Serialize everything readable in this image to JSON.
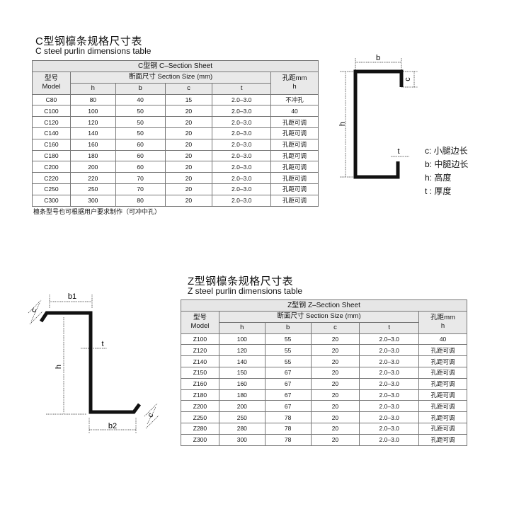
{
  "c_section": {
    "title_cn": "C型钢檩条规格尺寸表",
    "title_en": "C steel purlin dimensions table",
    "sheet_title": "C型钢   C–Section Sheet",
    "header": {
      "model_cn": "型号",
      "model_en": "Model",
      "size": "断面尺寸   Section Size (mm)",
      "hole_cn": "孔距mm",
      "hole_h": "h",
      "cols": [
        "h",
        "b",
        "c",
        "t"
      ]
    },
    "rows": [
      {
        "model": "C80",
        "h": "80",
        "b": "40",
        "c": "15",
        "t": "2.0–3.0",
        "hole": "不冲孔"
      },
      {
        "model": "C100",
        "h": "100",
        "b": "50",
        "c": "20",
        "t": "2.0–3.0",
        "hole": "40"
      },
      {
        "model": "C120",
        "h": "120",
        "b": "50",
        "c": "20",
        "t": "2.0–3.0",
        "hole": "孔距可调"
      },
      {
        "model": "C140",
        "h": "140",
        "b": "50",
        "c": "20",
        "t": "2.0–3.0",
        "hole": "孔距可调"
      },
      {
        "model": "C160",
        "h": "160",
        "b": "60",
        "c": "20",
        "t": "2.0–3.0",
        "hole": "孔距可调"
      },
      {
        "model": "C180",
        "h": "180",
        "b": "60",
        "c": "20",
        "t": "2.0–3.0",
        "hole": "孔距可调"
      },
      {
        "model": "C200",
        "h": "200",
        "b": "60",
        "c": "20",
        "t": "2.0–3.0",
        "hole": "孔距可调"
      },
      {
        "model": "C220",
        "h": "220",
        "b": "70",
        "c": "20",
        "t": "2.0–3.0",
        "hole": "孔距可调"
      },
      {
        "model": "C250",
        "h": "250",
        "b": "70",
        "c": "20",
        "t": "2.0–3.0",
        "hole": "孔距可调"
      },
      {
        "model": "C300",
        "h": "300",
        "b": "80",
        "c": "20",
        "t": "2.0–3.0",
        "hole": "孔距可调"
      }
    ],
    "footnote": "檩条型号也可根据用户要求制作（可冲中孔）",
    "diagram": {
      "b": "b",
      "c": "c",
      "h": "h",
      "t": "t"
    },
    "legend": [
      "c: 小腿边长",
      "b: 中腿边长",
      "h: 高度",
      "t : 厚度"
    ]
  },
  "z_section": {
    "title_cn": "Z型钢檩条规格尺寸表",
    "title_en": "Z steel purlin dimensions table",
    "sheet_title": "Z型钢   Z–Section Sheet",
    "header": {
      "model_cn": "型号",
      "model_en": "Model",
      "size": "断面尺寸   Section Size (mm)",
      "hole_cn": "孔距mm",
      "hole_h": "h",
      "cols": [
        "h",
        "b",
        "c",
        "t"
      ]
    },
    "rows": [
      {
        "model": "Z100",
        "h": "100",
        "b": "55",
        "c": "20",
        "t": "2.0–3.0",
        "hole": "40"
      },
      {
        "model": "Z120",
        "h": "120",
        "b": "55",
        "c": "20",
        "t": "2.0–3.0",
        "hole": "孔距可调"
      },
      {
        "model": "Z140",
        "h": "140",
        "b": "55",
        "c": "20",
        "t": "2.0–3.0",
        "hole": "孔距可调"
      },
      {
        "model": "Z150",
        "h": "150",
        "b": "67",
        "c": "20",
        "t": "2.0–3.0",
        "hole": "孔距可调"
      },
      {
        "model": "Z160",
        "h": "160",
        "b": "67",
        "c": "20",
        "t": "2.0–3.0",
        "hole": "孔距可调"
      },
      {
        "model": "Z180",
        "h": "180",
        "b": "67",
        "c": "20",
        "t": "2.0–3.0",
        "hole": "孔距可调"
      },
      {
        "model": "Z200",
        "h": "200",
        "b": "67",
        "c": "20",
        "t": "2.0–3.0",
        "hole": "孔距可调"
      },
      {
        "model": "Z250",
        "h": "250",
        "b": "78",
        "c": "20",
        "t": "2.0–3.0",
        "hole": "孔距可调"
      },
      {
        "model": "Z280",
        "h": "280",
        "b": "78",
        "c": "20",
        "t": "2.0–3.0",
        "hole": "孔距可调"
      },
      {
        "model": "Z300",
        "h": "300",
        "b": "78",
        "c": "20",
        "t": "2.0–3.0",
        "hole": "孔距可调"
      }
    ],
    "diagram": {
      "b1": "b1",
      "b2": "b2",
      "c": "c",
      "h": "h",
      "t": "t"
    }
  }
}
